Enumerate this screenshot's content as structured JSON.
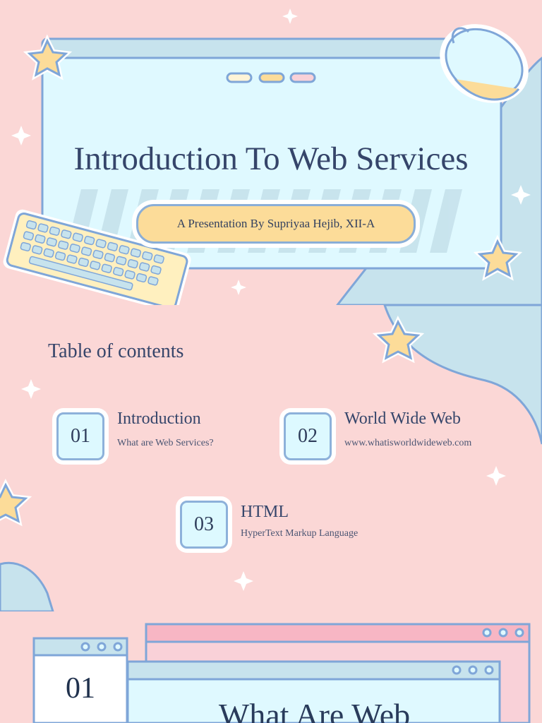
{
  "slide1": {
    "title": "Introduction To Web Services",
    "subtitle": "A Presentation By Supriyaa Hejib, XII-A"
  },
  "slide2": {
    "heading": "Table of contents",
    "items": [
      {
        "number": "01",
        "title": "Introduction",
        "subtitle": "What are Web Services?"
      },
      {
        "number": "02",
        "title": "World Wide Web",
        "subtitle": "www.whatisworldwideweb.com"
      },
      {
        "number": "03",
        "title": "HTML",
        "subtitle": "HyperText Markup Language"
      }
    ]
  },
  "slide3": {
    "number": "01",
    "title": "What Are Web"
  },
  "colors": {
    "background": "#fbd7d6",
    "panel": "#dff9ff",
    "outline": "#7fa6d8",
    "accent_yellow": "#fcdc99",
    "accent_blue": "#c7e4ee"
  },
  "icons": [
    "star-icon",
    "sparkle-icon",
    "mouse-icon",
    "keyboard-icon",
    "window-dots-icon"
  ]
}
